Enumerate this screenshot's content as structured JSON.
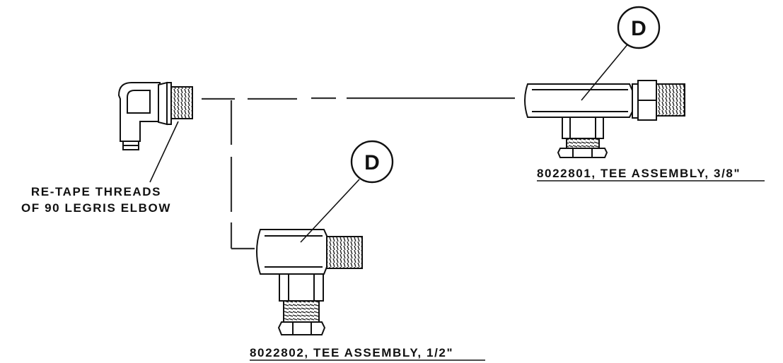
{
  "callouts": {
    "top": "D",
    "bottom": "D"
  },
  "labels": {
    "elbow_line1": "RE-TAPE THREADS",
    "elbow_line2": "OF 90 LEGRIS ELBOW",
    "tee_3_8": "8022801, TEE ASSEMBLY, 3/8\"",
    "tee_1_2": "8022802, TEE ASSEMBLY, 1/2\""
  }
}
